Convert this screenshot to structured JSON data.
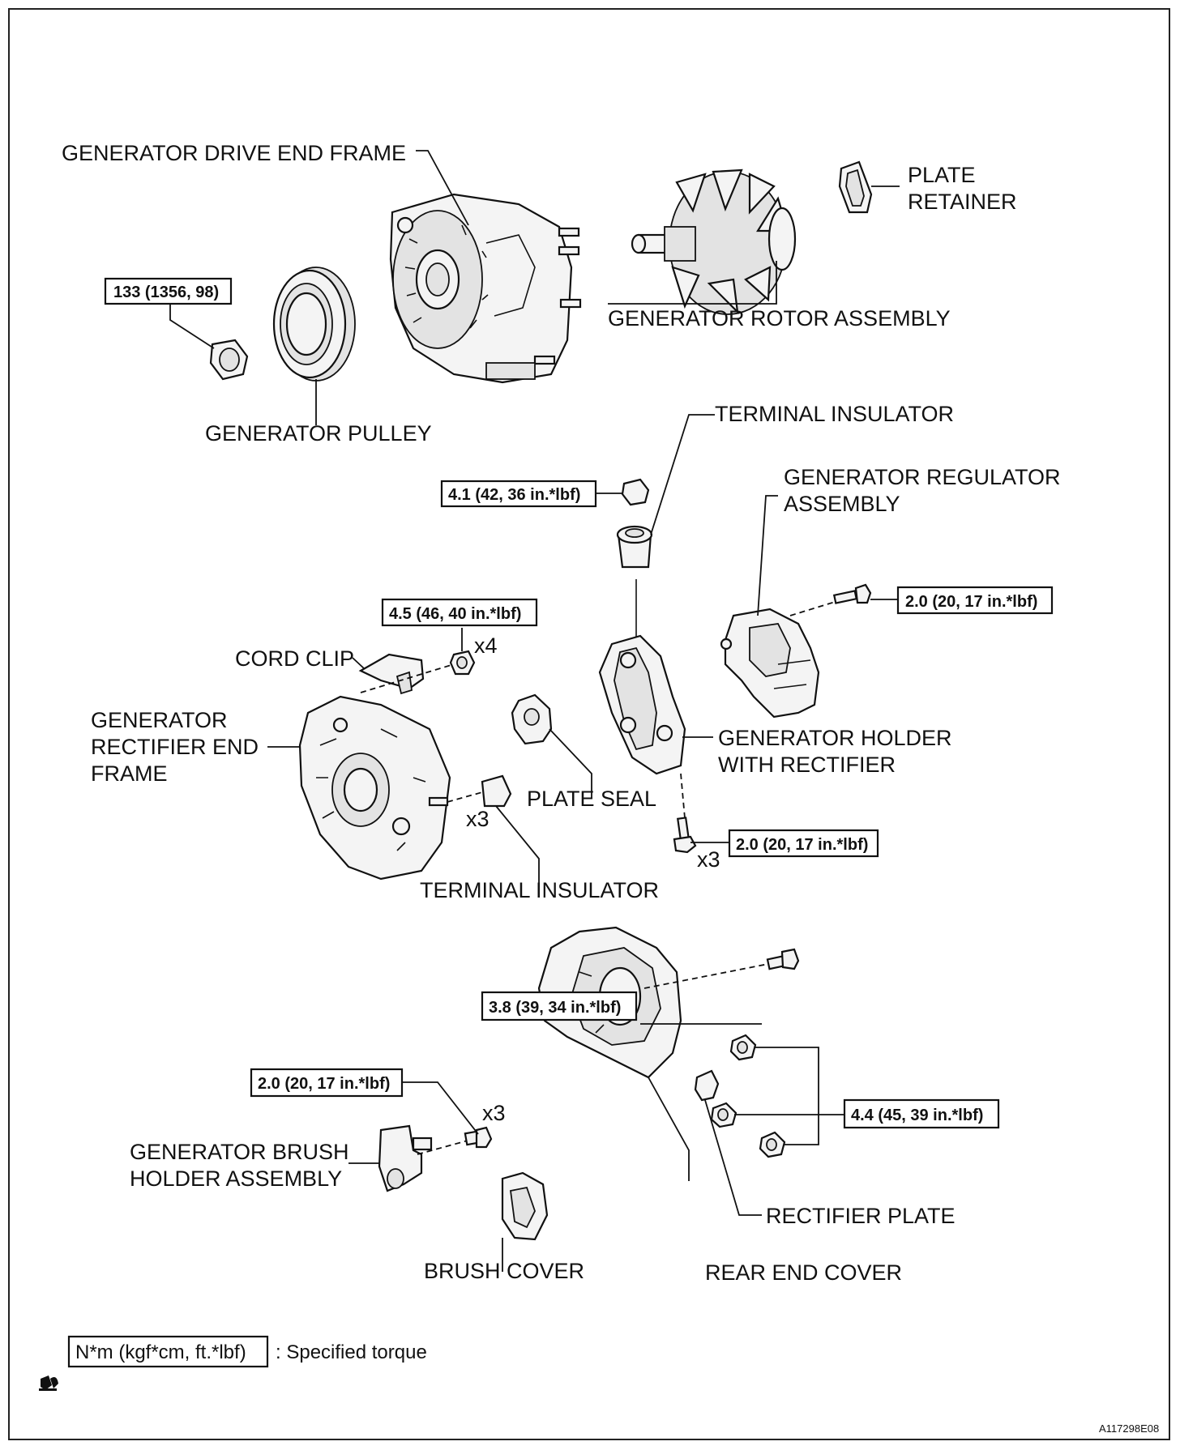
{
  "labels": {
    "drive_end_frame": "GENERATOR DRIVE END FRAME",
    "plate_retainer_1": "PLATE",
    "plate_retainer_2": "RETAINER",
    "rotor_assembly": "GENERATOR ROTOR ASSEMBLY",
    "pulley": "GENERATOR PULLEY",
    "terminal_insulator_top": "TERMINAL INSULATOR",
    "regulator_1": "GENERATOR REGULATOR",
    "regulator_2": "ASSEMBLY",
    "cord_clip": "CORD CLIP",
    "rectifier_end_frame_1": "GENERATOR",
    "rectifier_end_frame_2": "RECTIFIER END",
    "rectifier_end_frame_3": "FRAME",
    "holder_rectifier_1": "GENERATOR HOLDER",
    "holder_rectifier_2": "WITH RECTIFIER",
    "plate_seal": "PLATE SEAL",
    "terminal_insulator_bottom": "TERMINAL INSULATOR",
    "brush_holder_1": "GENERATOR BRUSH",
    "brush_holder_2": "HOLDER ASSEMBLY",
    "rectifier_plate": "RECTIFIER PLATE",
    "brush_cover": "BRUSH COVER",
    "rear_end_cover": "REAR END COVER"
  },
  "torques": {
    "pulley_nut": "133 (1356, 98)",
    "terminal_nut": "4.1 (42, 36 in.*lbf)",
    "cord_clip_nut": "4.5 (46, 40 in.*lbf)",
    "regulator_bolt": "2.0 (20, 17 in.*lbf)",
    "holder_bolt": "2.0 (20, 17 in.*lbf)",
    "rear_cover_bolt": "3.8 (39, 34 in.*lbf)",
    "rear_cover_nut": "4.4 (45, 39 in.*lbf)",
    "brush_holder_bolt": "2.0 (20, 17 in.*lbf)"
  },
  "quantities": {
    "cord_clip_nut": "x4",
    "terminal_insulator": "x3",
    "holder_bolt": "x3",
    "brush_holder_bolt": "x3"
  },
  "legend": {
    "box": "N*m (kgf*cm, ft.*lbf)",
    "text": ": Specified torque"
  },
  "figure_id": "A117298E08"
}
